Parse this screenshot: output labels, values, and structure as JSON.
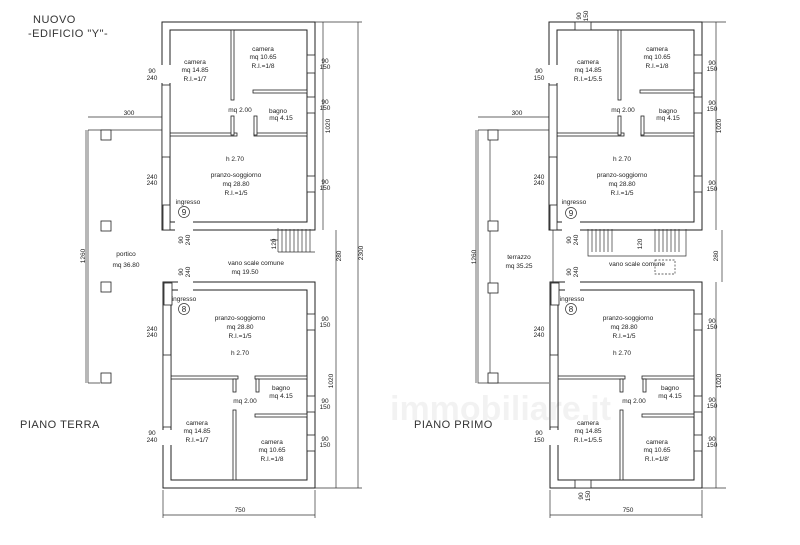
{
  "header": {
    "line1": "NUOVO",
    "line2": "-EDIFICIO \"Y\"-"
  },
  "watermark": "immobiliare.it",
  "piano_terra": {
    "title": "PIANO TERRA",
    "unit_upper": {
      "camera_a": {
        "name": "camera",
        "area": "mq 14.85",
        "ri": "R.I.=1/7"
      },
      "camera_b": {
        "name": "camera",
        "area": "mq 10.65",
        "ri": "R.I.=1/8"
      },
      "disimpegno": "mq 2.00",
      "bagno": {
        "name": "bagno",
        "area": "mq 4.15"
      },
      "height": "h 2.70",
      "soggiorno": {
        "name": "pranzo-soggiorno",
        "area": "mq 28.80",
        "ri": "R.I.=1/5"
      },
      "ingresso": "ingresso",
      "number": "9"
    },
    "unit_lower": {
      "camera_a": {
        "name": "camera",
        "area": "mq 14.85",
        "ri": "R.I.=1/7"
      },
      "camera_b": {
        "name": "camera",
        "area": "mq 10.65",
        "ri": "R.I.=1/8"
      },
      "disimpegno": "mq 2.00",
      "bagno": {
        "name": "bagno",
        "area": "mq 4.15"
      },
      "height": "h 2.70",
      "soggiorno": {
        "name": "pranzo-soggiorno",
        "area": "mq 28.80",
        "ri": "R.I.=1/5"
      },
      "ingresso": "ingresso",
      "number": "8"
    },
    "outdoor": {
      "name": "portico",
      "area": "mq 36.80"
    },
    "vano_scale": {
      "name": "vano scale comune",
      "area": "mq 19.50"
    },
    "dims": {
      "w300": "300",
      "h1020a": "1020",
      "h1020b": "1020",
      "h2300": "2300",
      "h280": "280",
      "h1260": "1260",
      "w750": "750",
      "stair": "120"
    },
    "openings": {
      "a": "90",
      "b": "240",
      "c": "150",
      "d": "240"
    }
  },
  "piano_primo": {
    "title": "PIANO PRIMO",
    "unit_upper": {
      "camera_a": {
        "name": "camera",
        "area": "mq 14.85",
        "ri": "R.I.=1/5.5"
      },
      "camera_b": {
        "name": "camera",
        "area": "mq 10.65",
        "ri": "R.I.=1/8"
      },
      "disimpegno": "mq 2.00",
      "bagno": {
        "name": "bagno",
        "area": "mq 4.15"
      },
      "height": "h 2.70",
      "soggiorno": {
        "name": "pranzo-soggiorno",
        "area": "mq 28.80",
        "ri": "R.I.=1/5"
      },
      "ingresso": "ingresso",
      "number": "9"
    },
    "unit_lower": {
      "camera_a": {
        "name": "camera",
        "area": "mq 14.85",
        "ri": "R.I.=1/5.5"
      },
      "camera_b": {
        "name": "camera",
        "area": "mq 10.65",
        "ri": "R.I.=1/8'"
      },
      "disimpegno": "mq 2.00",
      "bagno": {
        "name": "bagno",
        "area": "mq 4.15"
      },
      "height": "h 2.70",
      "soggiorno": {
        "name": "pranzo-soggiorno",
        "area": "mq 28.80",
        "ri": "R.I.=1/5"
      },
      "ingresso": "ingresso",
      "number": "8"
    },
    "outdoor": {
      "name": "terrazzo",
      "area": "mq 35.25"
    },
    "vano_scale": {
      "name": "vano scale comune"
    },
    "dims": {
      "w300": "300",
      "h1020a": "1020",
      "h1020b": "1020",
      "h280": "280",
      "h1260": "1260",
      "w750": "750",
      "stair": "120"
    },
    "openings": {
      "a": "90",
      "b": "240",
      "c": "150",
      "d": "240"
    }
  }
}
